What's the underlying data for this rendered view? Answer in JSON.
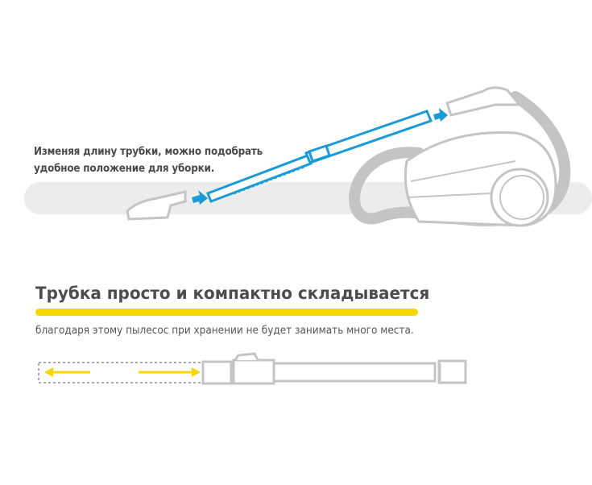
{
  "caption": {
    "line1": "Изменяя длину трубки, можно подобрать",
    "line2": "удобное положение для уборки."
  },
  "heading": {
    "title": "Трубка просто и компактно складывается",
    "subtitle": "благодаря этому пылесос при хранении не будет занимать много места."
  },
  "colors": {
    "accent_blue": "#1a9ad6",
    "accent_yellow": "#f5d800",
    "outline_gray": "#c4c4c4",
    "floor": "#ececec",
    "text": "#4d4d4d"
  }
}
